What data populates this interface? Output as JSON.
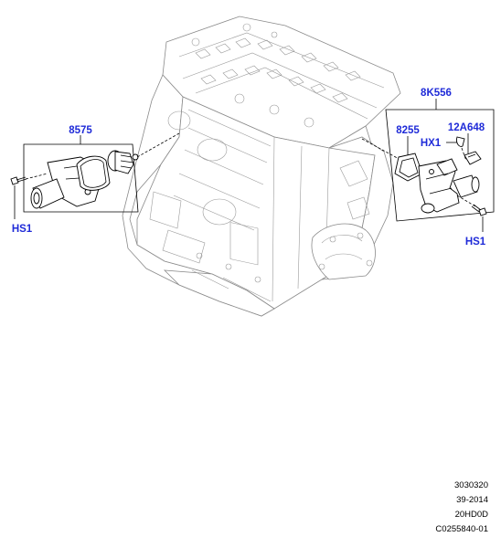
{
  "callouts": {
    "thermostat_housing": "8575",
    "hs1_left": "HS1",
    "outlet_assembly": "8K556",
    "gasket": "8255",
    "sensor": "12A648",
    "clip": "HX1",
    "hs1_right": "HS1"
  },
  "reference": {
    "line1": "3030320",
    "line2": "39-2014",
    "line3": "20HD0D",
    "line4": "C0255840-01"
  },
  "colors": {
    "callout": "#1f2bd8",
    "line": "#000000",
    "engine": "#8a8a8a"
  }
}
